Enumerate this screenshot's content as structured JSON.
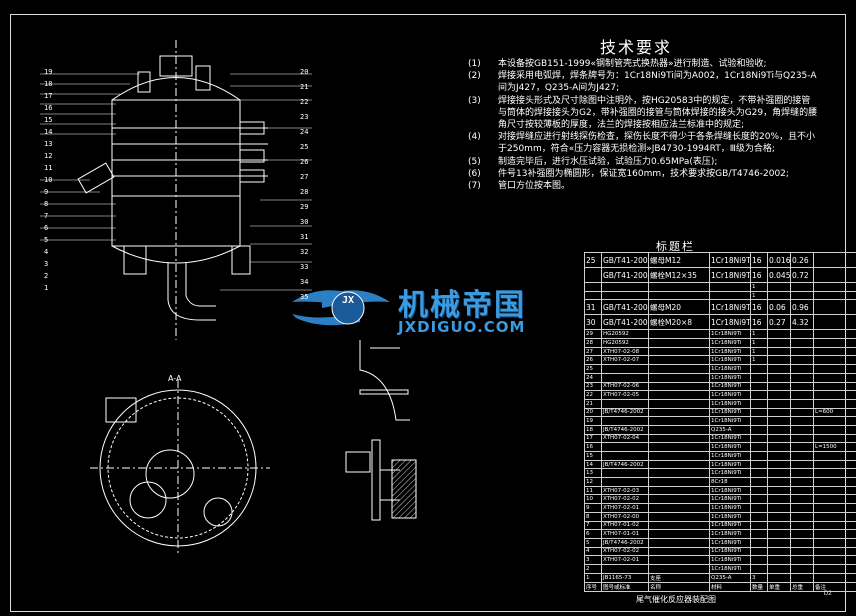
{
  "tech_requirements": {
    "title": "技术要求",
    "items": [
      {
        "num": "(1)",
        "text": "本设备按GB151-1999«钢制管壳式换热器»进行制造、试验和验收;"
      },
      {
        "num": "(2)",
        "text": "焊接采用电弧焊，焊条牌号为：1Cr18Ni9Ti间为A002，1Cr18Ni9Ti与Q235-A"
      },
      {
        "num": "",
        "text": "间为J427，Q235-A间为J427;"
      },
      {
        "num": "(3)",
        "text": "焊接接头形式及尺寸除图中注明外，按HG20583中的规定，不带补强圈的接管"
      },
      {
        "num": "",
        "text": "与筒体的焊接接头为G2，带补强圈的接管与筒体焊接的接头为G29，角焊缝的腰"
      },
      {
        "num": "",
        "text": "角尺寸按较薄板的厚度，法兰的焊接按相应法兰标准中的规定;"
      },
      {
        "num": "(4)",
        "text": "对接焊缝应进行射线探伤检查，探伤长度不得少于各条焊缝长度的20%，且不小"
      },
      {
        "num": "",
        "text": "于250mm，符合«压力容器无损检测»JB4730-1994RT，Ⅲ级为合格;"
      },
      {
        "num": "(5)",
        "text": "制造完毕后，进行水压试验，试验压力0.65MPa(表压);"
      },
      {
        "num": "(6)",
        "text": "件号13补强圈为椭圆形，保证宽160mm，技术要求按GB/T4746-2002;"
      },
      {
        "num": "(7)",
        "text": "管口方位按本图。"
      }
    ]
  },
  "bom": {
    "title": "标题栏",
    "rows": [
      {
        "big": true,
        "c": [
          "25",
          "GB/T41-2000",
          "螺母M12",
          "1Cr18Ni9Ti",
          "16",
          "0.016",
          "0.26",
          ""
        ]
      },
      {
        "big": true,
        "c": [
          "",
          "GB/T41-2000",
          "螺栓M12×35",
          "1Cr18Ni9Ti",
          "16",
          "0.045",
          "0.72",
          ""
        ]
      },
      {
        "big": false,
        "c": [
          "",
          "",
          "",
          "",
          "1",
          "",
          "",
          ""
        ]
      },
      {
        "big": false,
        "c": [
          "",
          "",
          "",
          "",
          "1",
          "",
          "",
          ""
        ]
      },
      {
        "big": true,
        "c": [
          "31",
          "GB/T41-2000",
          "螺母M20",
          "1Cr18Ni9Ti",
          "16",
          "0.06",
          "0.96",
          ""
        ]
      },
      {
        "big": true,
        "c": [
          "30",
          "GB/T41-2000",
          "螺栓M20×8",
          "1Cr18Ni9Ti",
          "16",
          "0.27",
          "4.32",
          ""
        ]
      },
      {
        "big": false,
        "c": [
          "29",
          "HG20592",
          "",
          "1Cr18Ni9Ti",
          "1",
          "",
          "",
          ""
        ]
      },
      {
        "big": false,
        "c": [
          "28",
          "HG20592",
          "",
          "1Cr18Ni9Ti",
          "1",
          "",
          "",
          ""
        ]
      },
      {
        "big": false,
        "c": [
          "27",
          "XTH07-02-08",
          "",
          "1Cr18Ni9Ti",
          "1",
          "",
          "",
          ""
        ]
      },
      {
        "big": false,
        "c": [
          "26",
          "XTH07-02-07",
          "",
          "1Cr18Ni9Ti",
          "1",
          "",
          "",
          ""
        ]
      },
      {
        "big": false,
        "c": [
          "25",
          "",
          "",
          "1Cr18Ni9Ti",
          "",
          "",
          "",
          ""
        ]
      },
      {
        "big": false,
        "c": [
          "24",
          "",
          "",
          "1Cr18Ni9Ti",
          "",
          "",
          "",
          ""
        ]
      },
      {
        "big": false,
        "c": [
          "23",
          "XTH07-02-06",
          "",
          "1Cr18Ni9Ti",
          "",
          "",
          "",
          ""
        ]
      },
      {
        "big": false,
        "c": [
          "22",
          "XTH07-02-05",
          "",
          "1Cr18Ni9Ti",
          "",
          "",
          "",
          ""
        ]
      },
      {
        "big": false,
        "c": [
          "21",
          "",
          "",
          "1Cr18Ni9Ti",
          "",
          "",
          "",
          ""
        ]
      },
      {
        "big": false,
        "c": [
          "20",
          "JB/T4746-2002",
          "",
          "1Cr18Ni9Ti",
          "",
          "",
          "",
          "L=600"
        ]
      },
      {
        "big": false,
        "c": [
          "19",
          "",
          "",
          "1Cr18Ni9Ti",
          "",
          "",
          "",
          ""
        ]
      },
      {
        "big": false,
        "c": [
          "18",
          "JB/T4746-2002",
          "",
          "Q235-A",
          "",
          "",
          "",
          ""
        ]
      },
      {
        "big": false,
        "c": [
          "17",
          "XTH07-02-04",
          "",
          "1Cr18Ni9Ti",
          "",
          "",
          "",
          ""
        ]
      },
      {
        "big": false,
        "c": [
          "16",
          "",
          "",
          "1Cr18Ni9Ti",
          "",
          "",
          "",
          "L=1500"
        ]
      },
      {
        "big": false,
        "c": [
          "15",
          "",
          "",
          "1Cr18Ni9Ti",
          "",
          "",
          "",
          ""
        ]
      },
      {
        "big": false,
        "c": [
          "14",
          "JB/T4746-2002",
          "",
          "1Cr18Ni9Ti",
          "",
          "",
          "",
          ""
        ]
      },
      {
        "big": false,
        "c": [
          "13",
          "",
          "",
          "1Cr18Ni9Ti",
          "",
          "",
          "",
          ""
        ]
      },
      {
        "big": false,
        "c": [
          "12",
          "",
          "",
          "8Cr18",
          "",
          "",
          "",
          ""
        ]
      },
      {
        "big": false,
        "c": [
          "11",
          "XTH07-02-03",
          "",
          "1Cr18Ni9Ti",
          "",
          "",
          "",
          ""
        ]
      },
      {
        "big": false,
        "c": [
          "10",
          "XTH07-02-02",
          "",
          "1Cr18Ni9Ti",
          "",
          "",
          "",
          ""
        ]
      },
      {
        "big": false,
        "c": [
          "9",
          "XTH07-02-01",
          "",
          "1Cr18Ni9Ti",
          "",
          "",
          "",
          ""
        ]
      },
      {
        "big": false,
        "c": [
          "8",
          "XTH07-02-00",
          "",
          "1Cr18Ni9Ti",
          "",
          "",
          "",
          ""
        ]
      },
      {
        "big": false,
        "c": [
          "7",
          "XTH07-01-02",
          "",
          "1Cr18Ni9Ti",
          "",
          "",
          "",
          ""
        ]
      },
      {
        "big": false,
        "c": [
          "6",
          "XTH07-01-01",
          "",
          "1Cr18Ni9Ti",
          "",
          "",
          "",
          ""
        ]
      },
      {
        "big": false,
        "c": [
          "5",
          "JB/T4746-2002",
          "",
          "1Cr18Ni9Ti",
          "",
          "",
          "",
          ""
        ]
      },
      {
        "big": false,
        "c": [
          "4",
          "XTH07-02-02",
          "",
          "1Cr18Ni9Ti",
          "",
          "",
          "",
          ""
        ]
      },
      {
        "big": false,
        "c": [
          "3",
          "XTH07-02-01",
          "",
          "1Cr18Ni9Ti",
          "",
          "",
          "",
          ""
        ]
      },
      {
        "big": false,
        "c": [
          "2",
          "",
          "",
          "1Cr18Ni9Ti",
          "",
          "",
          "",
          ""
        ]
      },
      {
        "big": false,
        "c": [
          "1",
          "JB1165-73",
          "支座",
          "Q235-A",
          "3",
          "",
          "",
          ""
        ]
      },
      {
        "big": false,
        "c": [
          "序号",
          "图号或标准",
          "名称",
          "材料",
          "数量",
          "单重",
          "总重",
          "备注"
        ]
      }
    ]
  },
  "title_block": {
    "drawing_name": "尾气催化反应器装配图",
    "sheet": "D2"
  },
  "watermark": {
    "name": "机械帝国",
    "url": "JXDIGUO.COM",
    "logo_letters": "JX"
  },
  "section_label": "A-A",
  "part_numbers_left": [
    "19",
    "18",
    "17",
    "16",
    "15",
    "14",
    "13",
    "12",
    "11",
    "10",
    "9",
    "8",
    "7",
    "6",
    "5",
    "4",
    "3",
    "2",
    "1"
  ],
  "part_numbers_right": [
    "20",
    "21",
    "22",
    "23",
    "24",
    "25",
    "26",
    "27",
    "28",
    "29",
    "30",
    "31",
    "32",
    "33",
    "34",
    "35"
  ],
  "colors": {
    "background": "#000000",
    "drawing": "#ffffff",
    "watermark": "#3b9be0",
    "hatch": "#cccccc"
  }
}
